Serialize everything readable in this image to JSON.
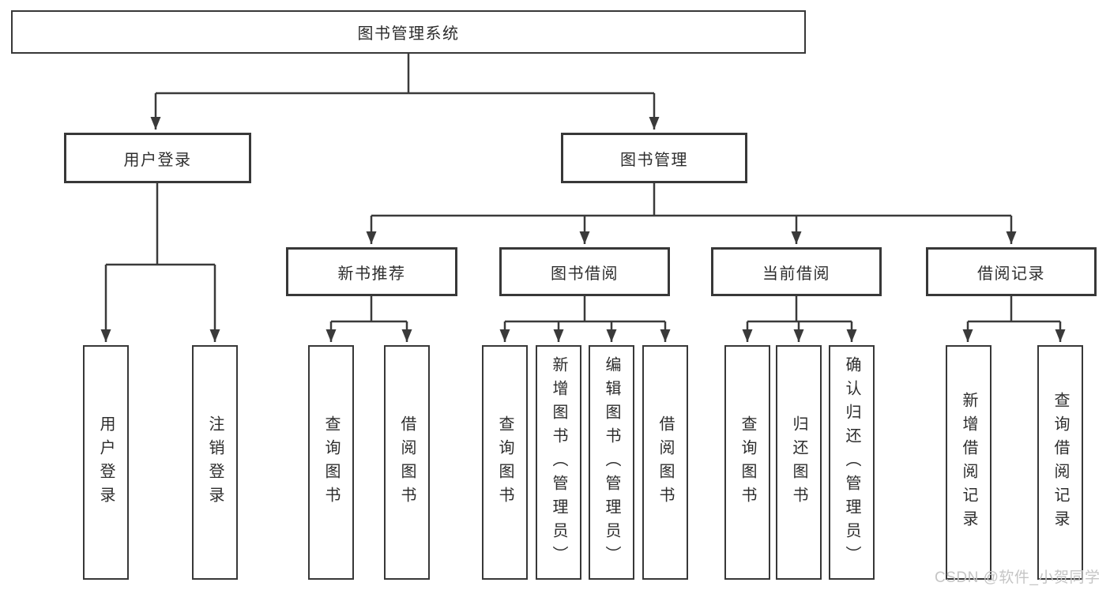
{
  "nodes": {
    "root": "图书管理系统",
    "user_login": "用户登录",
    "book_management": "图书管理",
    "login_leaf": "用户登录",
    "logout_leaf": "注销登录",
    "new_book_recommend": "新书推荐",
    "book_borrow": "图书借阅",
    "current_borrow": "当前借阅",
    "borrow_records": "借阅记录",
    "nbr_query_books": "查询图书",
    "nbr_borrow_books": "借阅图书",
    "bb_query_books": "查询图书",
    "bb_add_books_admin": "新增图书（管理员）",
    "bb_edit_books_admin": "编辑图书（管理员）",
    "bb_borrow_books": "借阅图书",
    "cb_query_books": "查询图书",
    "cb_return_books": "归还图书",
    "cb_confirm_return_admin": "确认归还（管理员）",
    "br_add_record": "新增借阅记录",
    "br_query_record": "查询借阅记录"
  },
  "watermark": "CSDN @软件_小贺同学",
  "colors": {
    "line": "#3a3a3a",
    "box_border": "#383838",
    "text": "#2d2d2d",
    "background": "#ffffff",
    "watermark": "#c5c5c5"
  }
}
